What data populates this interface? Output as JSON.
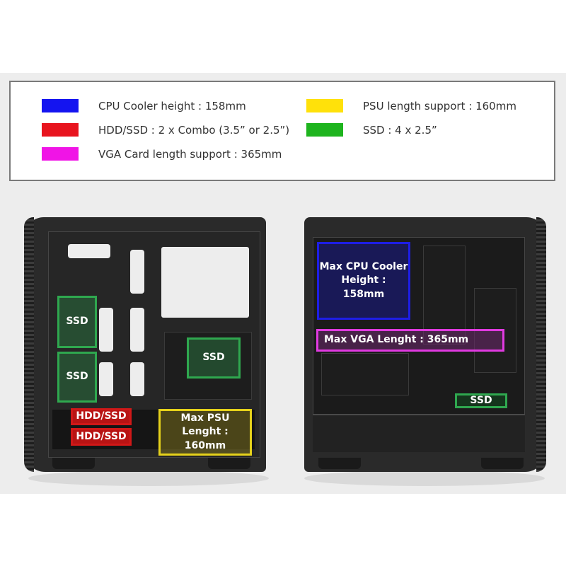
{
  "legend": {
    "items": [
      {
        "color": "#1414f0",
        "label": "CPU Cooler height : 158mm"
      },
      {
        "color": "#e8141e",
        "label": "HDD/SSD : 2 x Combo (3.5” or 2.5”)"
      },
      {
        "color": "#f014e6",
        "label": "VGA Card length support : 365mm"
      },
      {
        "color": "#ffe10a",
        "label": "PSU length support : 160mm"
      },
      {
        "color": "#1eb41e",
        "label": "SSD : 4 x 2.5”"
      }
    ]
  },
  "left_panel": {
    "ssd_1": "SSD",
    "ssd_2": "SSD",
    "ssd_3": "SSD",
    "hdd_1": "HDD/SSD",
    "hdd_2": "HDD/SSD",
    "psu_line1": "Max PSU",
    "psu_line2": "Lenght : 160mm"
  },
  "right_panel": {
    "cpu_line1": "Max CPU Cooler",
    "cpu_line2": "Height : 158mm",
    "vga": "Max VGA Lenght : 365mm",
    "ssd": "SSD"
  }
}
